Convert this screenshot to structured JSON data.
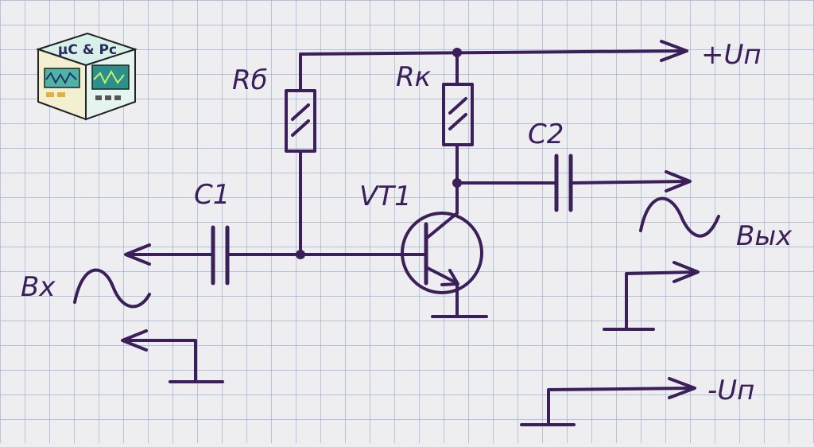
{
  "logo": {
    "text": "μC & Pc"
  },
  "labels": {
    "rb": "Rб",
    "rk": "Rк",
    "c1": "C1",
    "c2": "C2",
    "vt1": "VT1",
    "vcc_pos": "+Uп",
    "vcc_neg": "-Uп",
    "input": "Вх",
    "output": "Вых"
  },
  "colors": {
    "ink": "#3a1f5a",
    "paper": "#eeeef0",
    "grid": "#9fb0d0"
  }
}
